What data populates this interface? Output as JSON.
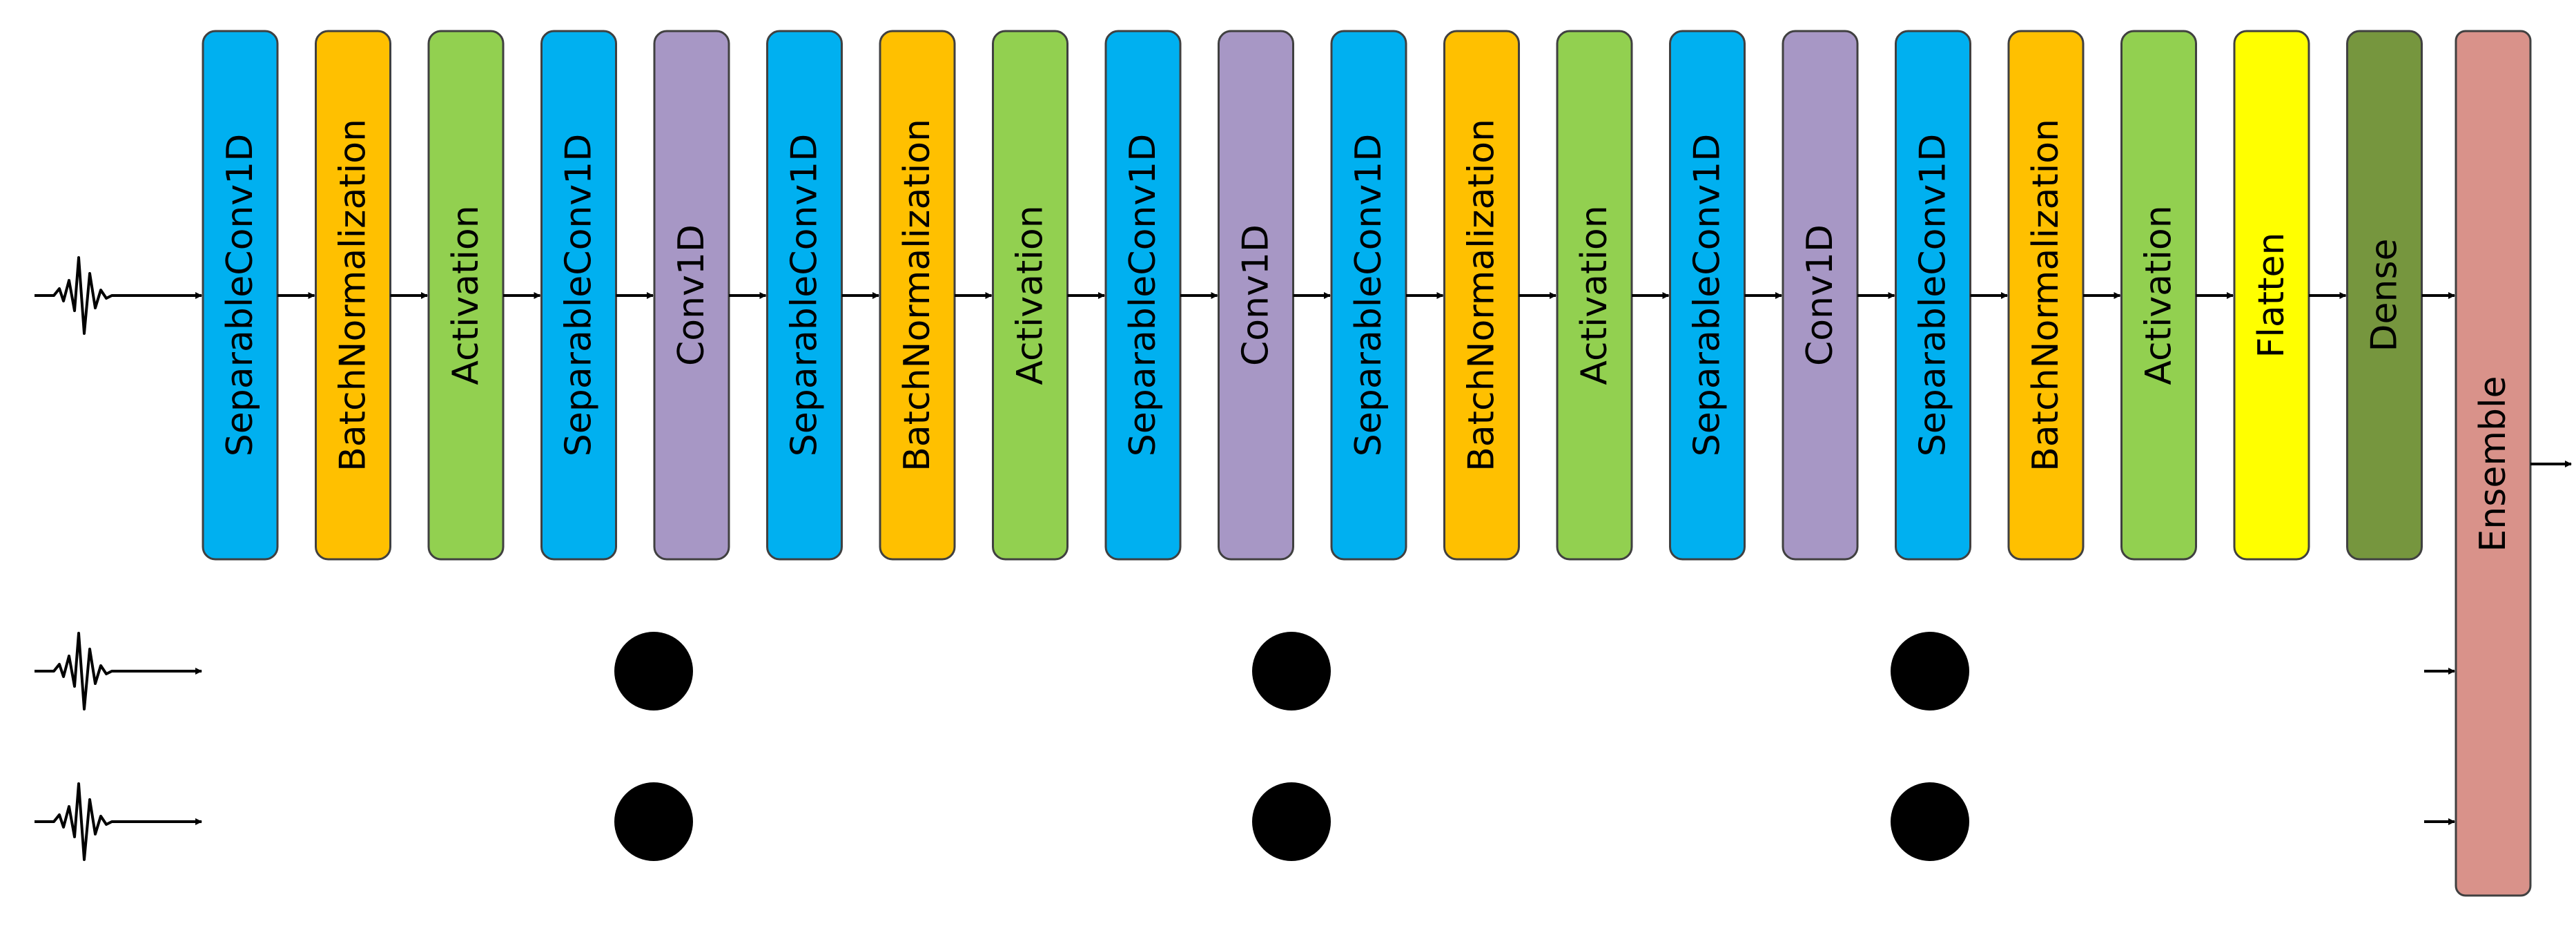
{
  "colors": {
    "separable": "#00B0F0",
    "batchnorm": "#FFC000",
    "activation": "#92D050",
    "conv": "#A797C5",
    "flatten": "#FFFF00",
    "dense": "#76963E",
    "ensemble": "#D9928A",
    "stroke": "#404040",
    "ink": "#000000"
  },
  "layers": [
    {
      "label": "SeparableConv1D",
      "kind": "separable"
    },
    {
      "label": "BatchNormalization",
      "kind": "batchnorm"
    },
    {
      "label": "Activation",
      "kind": "activation"
    },
    {
      "label": "SeparableConv1D",
      "kind": "separable"
    },
    {
      "label": "Conv1D",
      "kind": "conv"
    },
    {
      "label": "SeparableConv1D",
      "kind": "separable"
    },
    {
      "label": "BatchNormalization",
      "kind": "batchnorm"
    },
    {
      "label": "Activation",
      "kind": "activation"
    },
    {
      "label": "SeparableConv1D",
      "kind": "separable"
    },
    {
      "label": "Conv1D",
      "kind": "conv"
    },
    {
      "label": "SeparableConv1D",
      "kind": "separable"
    },
    {
      "label": "BatchNormalization",
      "kind": "batchnorm"
    },
    {
      "label": "Activation",
      "kind": "activation"
    },
    {
      "label": "SeparableConv1D",
      "kind": "separable"
    },
    {
      "label": "Conv1D",
      "kind": "conv"
    },
    {
      "label": "SeparableConv1D",
      "kind": "separable"
    },
    {
      "label": "BatchNormalization",
      "kind": "batchnorm"
    },
    {
      "label": "Activation",
      "kind": "activation"
    },
    {
      "label": "Flatten",
      "kind": "flatten"
    },
    {
      "label": "Dense",
      "kind": "dense"
    }
  ],
  "ensemble": {
    "label": "Ensemble",
    "kind": "ensemble"
  },
  "input_icon": "seismic-waveform-icon",
  "branch_count": 3,
  "ellipsis_icon": "vertical-ellipsis-dot"
}
